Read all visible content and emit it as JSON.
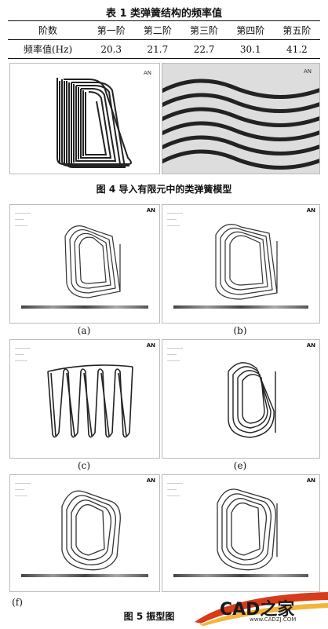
{
  "table": {
    "title": "表 1  类弹簧结构的频率值",
    "headers": [
      "阶数",
      "第一阶",
      "第二阶",
      "第三阶",
      "第四阶",
      "第五阶"
    ],
    "row_label": "频率值(Hz)",
    "values": [
      "20.3",
      "21.7",
      "22.7",
      "30.1",
      "41.2"
    ]
  },
  "figure4": {
    "caption": "图 4  导入有限元中的类弹簧模型"
  },
  "figure5": {
    "caption": "图 5  振型图",
    "panel_labels": [
      "(a)",
      "(b)",
      "(c)",
      "(e)",
      "(f)"
    ],
    "ansys_badge": "AN"
  },
  "watermark": {
    "brand": "CAD之家",
    "url": "www.CADZJ.COM"
  }
}
